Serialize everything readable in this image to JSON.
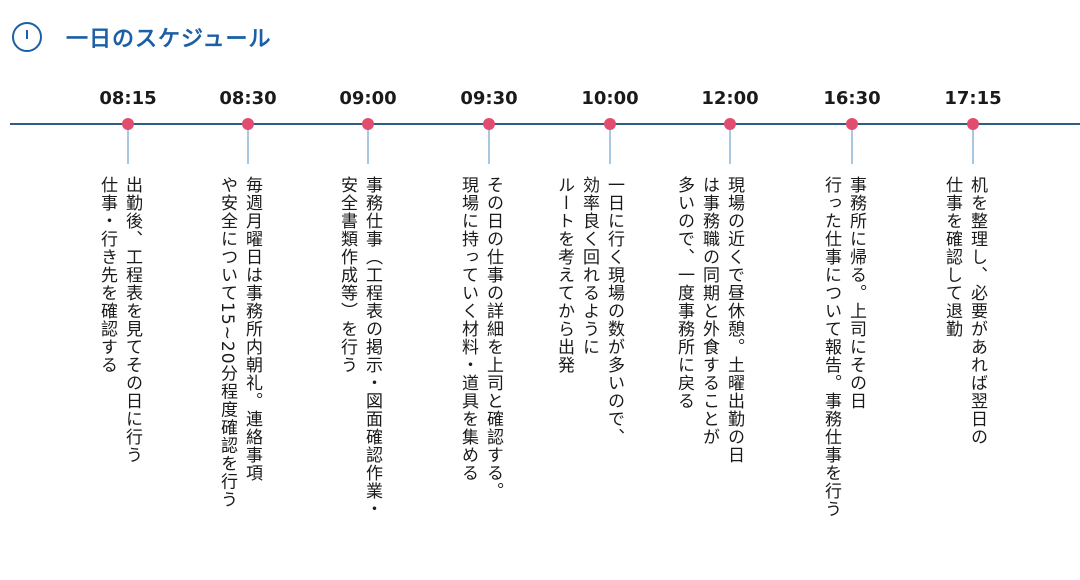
{
  "header": {
    "title": "一日のスケジュール",
    "icon": "clock-icon"
  },
  "colors": {
    "accent": "#1b5fa6",
    "dot": "#e24d6f",
    "axis": "#2f5d86",
    "stem": "#a9c7df"
  },
  "schedule": [
    {
      "time": "08:15",
      "lines": [
        "出勤後、工程表を見てその日に行う",
        "仕事・行き先を確認する"
      ]
    },
    {
      "time": "08:30",
      "lines": [
        "毎週月曜日は事務所内朝礼。連絡事項",
        "や安全について15~20分程度確認を行う"
      ]
    },
    {
      "time": "09:00",
      "lines": [
        "事務仕事（工程表の掲示・図面確認作業・",
        "安全書類作成等）を行う"
      ]
    },
    {
      "time": "09:30",
      "lines": [
        "その日の仕事の詳細を上司と確認する。",
        "現場に持っていく材料・道具を集める"
      ]
    },
    {
      "time": "10:00",
      "lines": [
        "一日に行く現場の数が多いので、",
        "効率良く回れるように",
        "ルートを考えてから出発"
      ]
    },
    {
      "time": "12:00",
      "lines": [
        "現場の近くで昼休憩。土曜出勤の日",
        "は事務職の同期と外食することが",
        "多いので、一度事務所に戻る"
      ]
    },
    {
      "time": "16:30",
      "lines": [
        "事務所に帰る。上司にその日",
        "行った仕事について報告。事務仕事を行う"
      ]
    },
    {
      "time": "17:15",
      "lines": [
        "机を整理し、必要があれば翌日の",
        "仕事を確認して退勤"
      ]
    }
  ]
}
